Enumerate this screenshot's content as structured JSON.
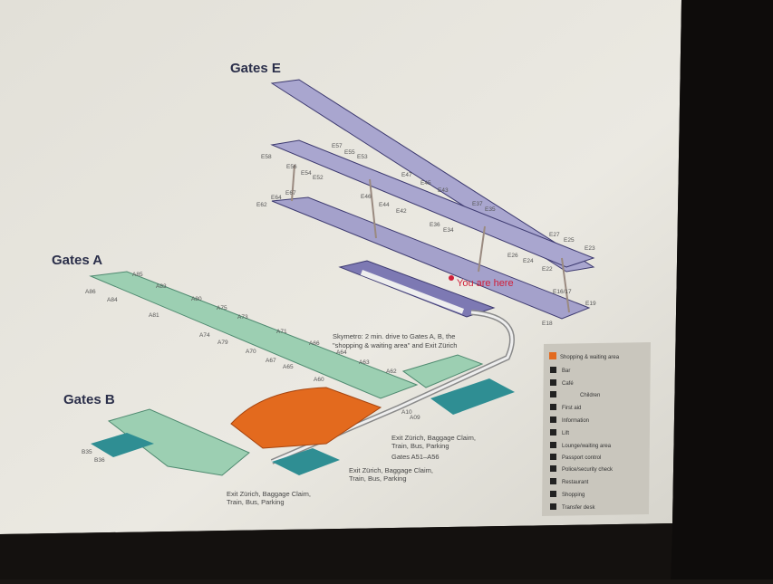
{
  "map": {
    "titles": {
      "gates_e": "Gates E",
      "gates_a": "Gates A",
      "gates_b": "Gates B"
    },
    "you_are_here": "You are here",
    "skymetro_note": [
      "Skymetro: 2 min. drive to Gates A, B, the",
      "\"shopping & waiting area\" and Exit Zürich"
    ],
    "exits": [
      [
        "Exit Zürich, Baggage Claim,",
        "Train, Bus, Parking"
      ],
      [
        "Gates A51–A56"
      ],
      [
        "Exit Zürich, Baggage Claim,",
        "Train, Bus, Parking"
      ],
      [
        "Exit Zürich, Baggage Claim,",
        "Train, Bus, Parking"
      ]
    ],
    "gates_e": [
      "E57",
      "E55",
      "E53",
      "E58",
      "E56",
      "E54",
      "E52",
      "E67",
      "E64",
      "E62",
      "E47",
      "E46",
      "E45",
      "E44",
      "E43",
      "E42",
      "E37",
      "E35",
      "E36",
      "E34",
      "E27",
      "E25",
      "E23",
      "E26",
      "E24",
      "E22",
      "E16/17",
      "E19",
      "E18"
    ],
    "gates_a": [
      "A85",
      "A86",
      "A84",
      "A83",
      "A81",
      "A80",
      "A75",
      "A73",
      "A74",
      "A79",
      "A71",
      "A70",
      "A67",
      "A66",
      "A65",
      "A64",
      "A60",
      "A63",
      "A62",
      "A10",
      "A09"
    ],
    "gates_b": [
      "B35",
      "B36"
    ]
  },
  "legend": {
    "items": [
      "Shopping & waiting area",
      "Bar",
      "Café",
      "Children",
      "First aid",
      "Information",
      "Lift",
      "Lounge/waiting area",
      "Passport control",
      "Police/security check",
      "Restaurant",
      "Shopping",
      "Transfer desk"
    ]
  },
  "colors": {
    "pier_e": "#a9a6cf",
    "pier_a": "#9ccfb2",
    "teal": "#2f8e93",
    "shopping": "#e36a1e",
    "you_are_here": "#d0203a",
    "board": "#e8e6df"
  }
}
